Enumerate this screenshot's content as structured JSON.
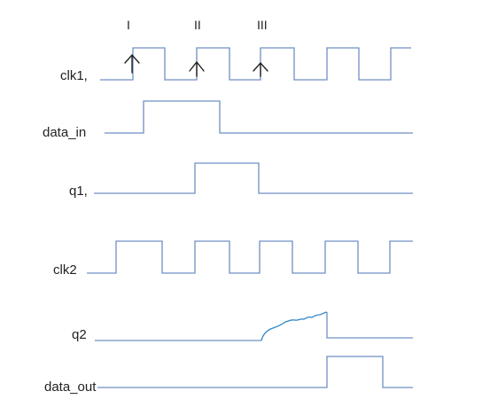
{
  "edges": [
    "I",
    "II",
    "III"
  ],
  "signals": {
    "clk1": "clk1,",
    "data_in": "data_in",
    "q1": "q1,",
    "clk2": "clk2",
    "q2": "q2",
    "data_out": "data_out"
  },
  "colors": {
    "trace": "#6f8fc4",
    "metastable": "#2f86c9",
    "arrow": "#222222",
    "text": "#222222"
  }
}
